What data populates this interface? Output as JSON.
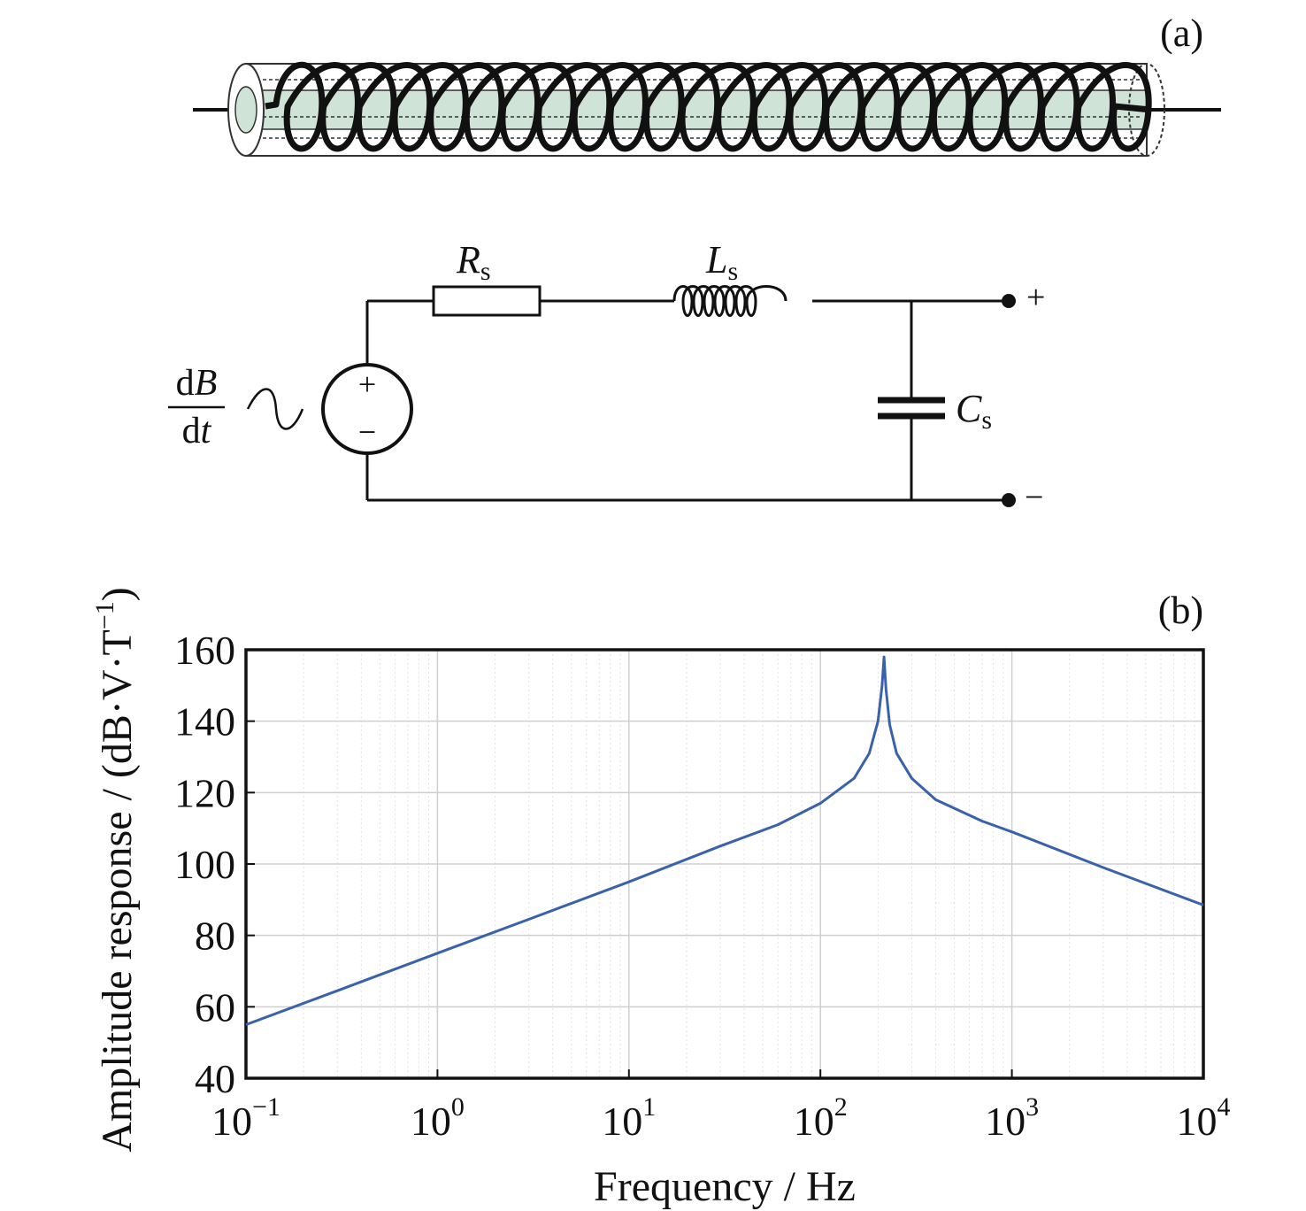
{
  "panel_a": {
    "label": "(a)",
    "circuit": {
      "resistor": {
        "symbol": "R",
        "subscript": "s"
      },
      "inductor": {
        "symbol": "L",
        "subscript": "s"
      },
      "capacitor": {
        "symbol": "C",
        "subscript": "s"
      },
      "source": {
        "numerator_d": "d",
        "numerator_var": "B",
        "denominator_d": "d",
        "denominator_var": "t",
        "plus": "+",
        "minus": "−"
      },
      "terminal_plus": "+",
      "terminal_minus": "−"
    },
    "colors": {
      "core_fill": "#cfe3d7",
      "wire": "#111111"
    }
  },
  "panel_b": {
    "label": "(b)",
    "chart_data": {
      "type": "line",
      "xlabel": "Frequency / Hz",
      "ylabel_main": "Amplitude response / (dB·V·T",
      "ylabel_sup": "−1",
      "ylabel_close": ")",
      "x_scale": "log",
      "xlim": [
        0.1,
        10000
      ],
      "ylim": [
        40,
        160
      ],
      "x_ticks": [
        {
          "base": "10",
          "exp": "−1"
        },
        {
          "base": "10",
          "exp": "0"
        },
        {
          "base": "10",
          "exp": "1"
        },
        {
          "base": "10",
          "exp": "2"
        },
        {
          "base": "10",
          "exp": "3"
        },
        {
          "base": "10",
          "exp": "4"
        }
      ],
      "y_ticks": [
        "40",
        "60",
        "80",
        "100",
        "120",
        "140",
        "160"
      ],
      "grid": true,
      "series": [
        {
          "color": "#3a62aa",
          "x": [
            0.1,
            0.3,
            1,
            3,
            10,
            30,
            60,
            100,
            150,
            180,
            200,
            210,
            215,
            220,
            230,
            250,
            300,
            400,
            700,
            1000,
            3000,
            10000
          ],
          "y": [
            55,
            64.5,
            75,
            84.5,
            95,
            105,
            111,
            117,
            124,
            131,
            140,
            150,
            158,
            149,
            139,
            131,
            124,
            118,
            112,
            109,
            99,
            88.5
          ]
        }
      ]
    }
  }
}
